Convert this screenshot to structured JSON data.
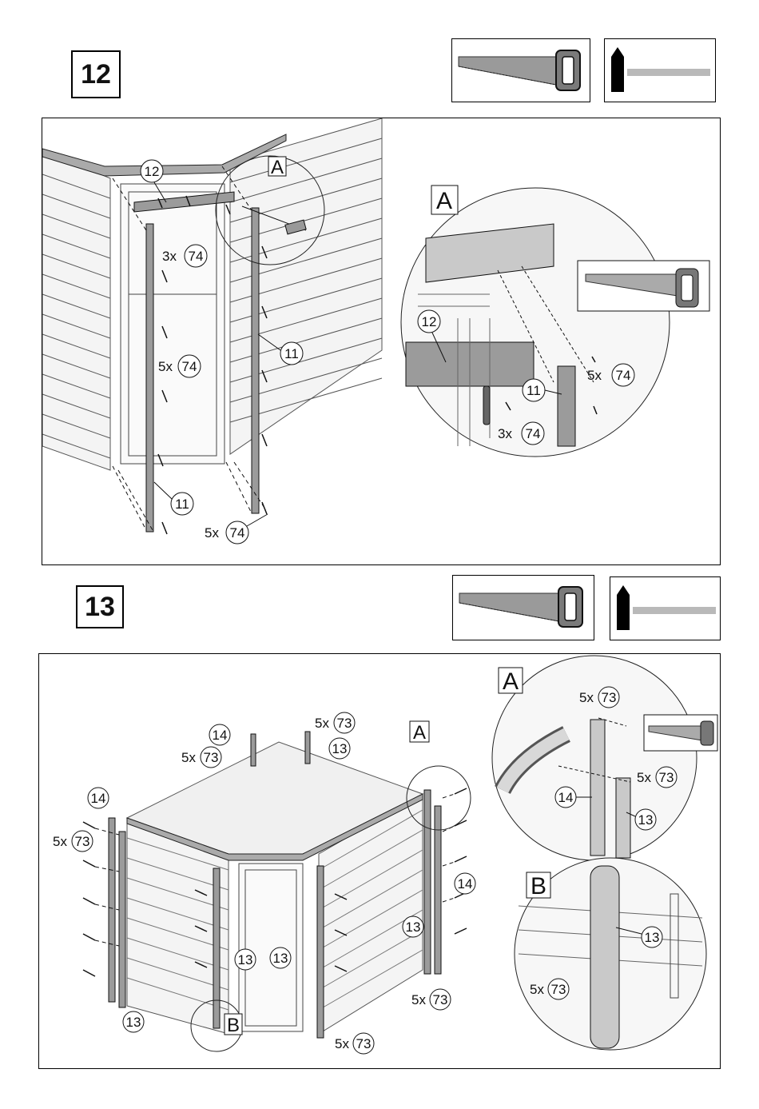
{
  "step12": {
    "number": "12",
    "tools": [
      {
        "icon": "saw-icon"
      },
      {
        "icon": "hammer-icon"
      }
    ],
    "overview": {
      "callouts": {
        "part_header": "12",
        "nails_header": "3x",
        "nails_header_ref": "74",
        "nails_left": "5x",
        "nails_left_ref": "74",
        "post_right": "11",
        "post_left": "11",
        "nails_bottom": "5x",
        "nails_bottom_ref": "74",
        "detail_marker": "A"
      }
    },
    "detail": {
      "label": "A",
      "callouts": {
        "part_header": "12",
        "post": "11",
        "nails_side": "5x",
        "nails_side_ref": "74",
        "nails_bottom": "3x",
        "nails_bottom_ref": "74"
      }
    }
  },
  "step13": {
    "number": "13",
    "tools": [
      {
        "icon": "saw-icon"
      },
      {
        "icon": "hammer-icon"
      }
    ],
    "overview": {
      "callouts": {
        "top_corner_14": "14",
        "top_nails": "5x",
        "top_nails_ref": "73",
        "top_right_nails": "5x",
        "top_right_nails_ref": "73",
        "top_13": "13",
        "left_14": "14",
        "left_nails": "5x",
        "left_nails_ref": "73",
        "right_14": "14",
        "right_13": "13",
        "door_left_13": "13",
        "door_right_13": "13",
        "bottom_left_13": "13",
        "bottom_right_nails": "5x",
        "bottom_right_nails_ref": "73",
        "bottom_door_nails": "5x",
        "bottom_door_nails_ref": "73",
        "marker_a": "A",
        "marker_b": "B"
      }
    },
    "detail_a": {
      "label": "A",
      "callouts": {
        "nails_top": "5x",
        "nails_top_ref": "73",
        "nails_right": "5x",
        "nails_right_ref": "73",
        "part_14": "14",
        "part_13": "13"
      }
    },
    "detail_b": {
      "label": "B",
      "callouts": {
        "part_13": "13",
        "nails": "5x",
        "nails_ref": "73"
      }
    }
  }
}
